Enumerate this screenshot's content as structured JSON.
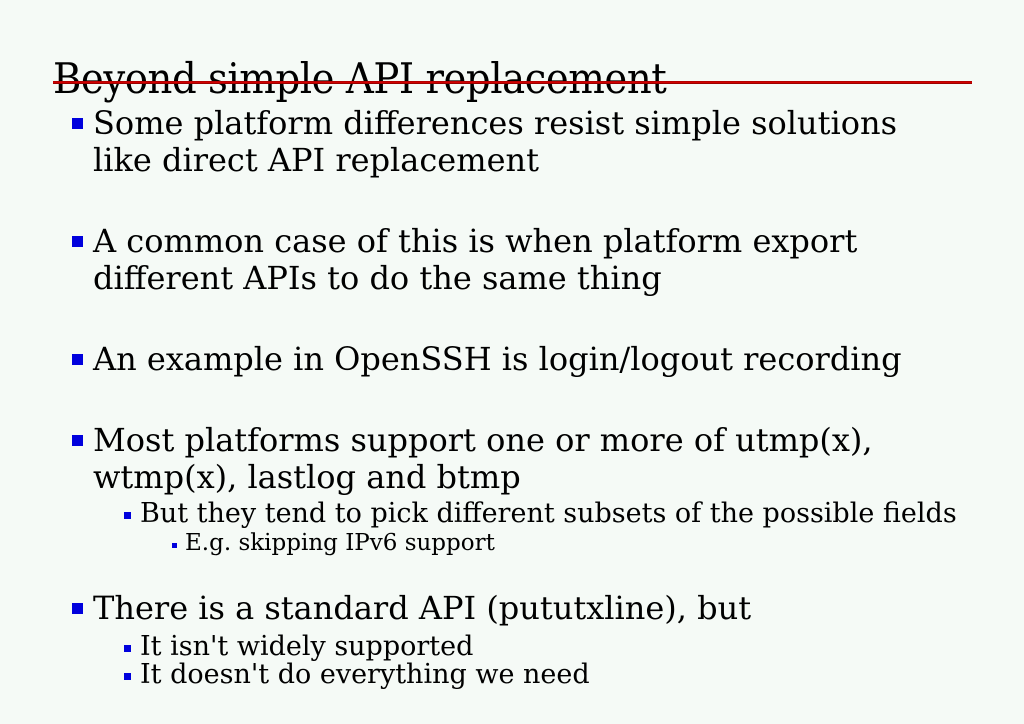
{
  "meta": {
    "background_color": "#f5faf6",
    "accent_rule_color": "#cc0000",
    "bullet_color": "#0000dd",
    "text_color": "#000000"
  },
  "title": "Beyond simple API replacement",
  "bullets": [
    {
      "lines": [
        "Some platform differences resist simple solutions",
        "like direct API replacement"
      ]
    },
    {
      "lines": [
        "A common case of this is when platform export",
        "different APIs to do the same thing"
      ]
    },
    {
      "lines": [
        "An example in OpenSSH is login/logout recording"
      ]
    },
    {
      "lines": [
        "Most platforms support one or more of utmp(x),",
        "wtmp(x), lastlog and btmp"
      ],
      "children": [
        {
          "lines": [
            "But they tend to pick different subsets of the possible fields"
          ],
          "children": [
            {
              "lines": [
                "E.g. skipping IPv6 support"
              ]
            }
          ]
        }
      ]
    },
    {
      "lines": [
        "There is a standard API (pututxline), but"
      ],
      "children": [
        {
          "lines": [
            "It isn't widely supported"
          ]
        },
        {
          "lines": [
            "It doesn't do everything we need"
          ]
        }
      ]
    }
  ]
}
